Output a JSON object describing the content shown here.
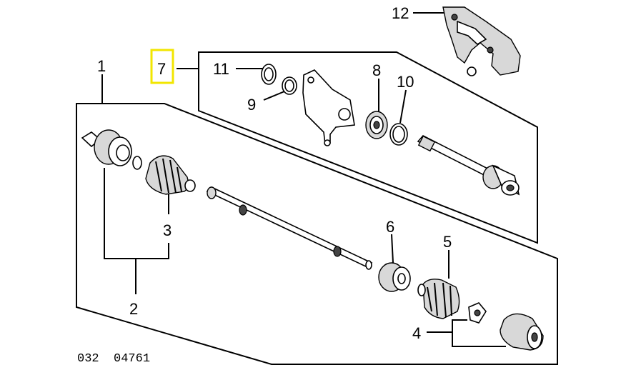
{
  "diagram": {
    "callouts": [
      {
        "id": "c1",
        "text": "1"
      },
      {
        "id": "c2",
        "text": "2"
      },
      {
        "id": "c3",
        "text": "3"
      },
      {
        "id": "c4",
        "text": "4"
      },
      {
        "id": "c5",
        "text": "5"
      },
      {
        "id": "c6",
        "text": "6"
      },
      {
        "id": "c7",
        "text": "7"
      },
      {
        "id": "c8",
        "text": "8"
      },
      {
        "id": "c9",
        "text": "9"
      },
      {
        "id": "c10",
        "text": "10"
      },
      {
        "id": "c11",
        "text": "11"
      },
      {
        "id": "c12",
        "text": "12"
      }
    ],
    "highlighted_callout": "7",
    "highlight_color": "#f2e600",
    "diagram_code": "032  04761"
  }
}
